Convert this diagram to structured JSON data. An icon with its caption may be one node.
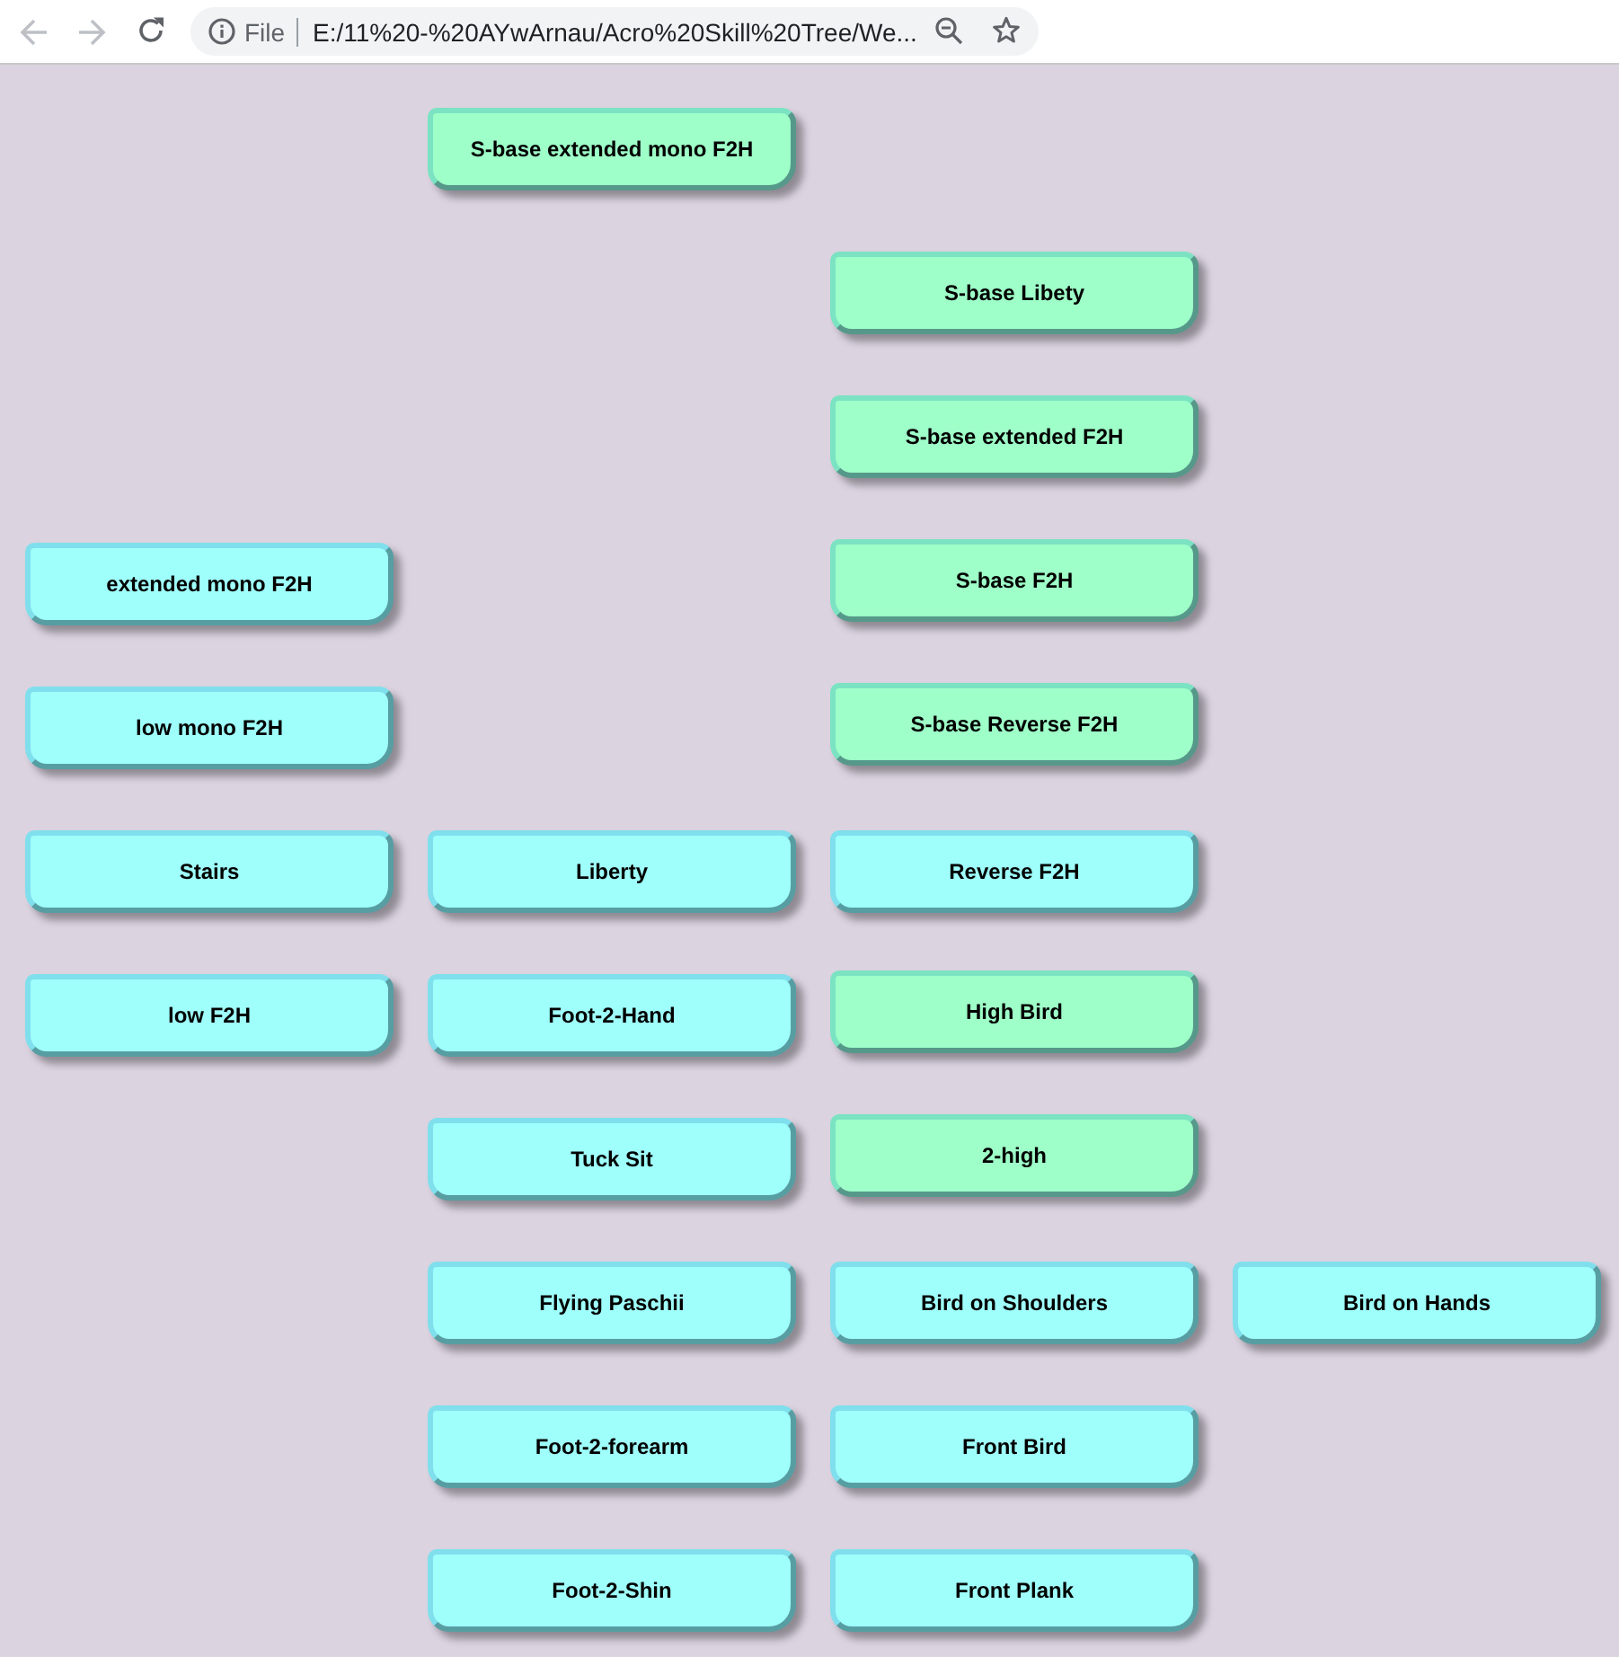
{
  "diagram": {
    "nodes": [
      {
        "text": [
          "S-base extended mono F2H"
        ]
      },
      {
        "text": [
          "S-base Libety"
        ]
      },
      {
        "text": [
          "S-base extended F2H"
        ]
      },
      {
        "text": [
          "extended mono F2H"
        ]
      },
      {
        "text": [
          "S-base F2H"
        ]
      },
      {
        "text": [
          "low mono F2H"
        ]
      },
      {
        "text": [
          "S-base Reverse F2H"
        ]
      },
      {
        "text": [
          "Stairs"
        ]
      },
      {
        "text": [
          "Liberty"
        ]
      },
      {
        "text": [
          "Reverse F2H"
        ]
      },
      {
        "text": [
          "low F2H"
        ]
      },
      {
        "text": [
          "Foot-2-Hand"
        ]
      },
      {
        "text": [
          "High Bird"
        ]
      },
      {
        "text": [
          "Tuck Sit"
        ]
      },
      {
        "text": [
          "2-high"
        ]
      },
      {
        "text": [
          "Flying Paschii"
        ]
      },
      {
        "text": [
          "Bird on Shoulders"
        ]
      },
      {
        "text": [
          "Bird on Hands"
        ]
      },
      {
        "text": [
          "Foot-2-forearm"
        ]
      },
      {
        "text": [
          "Front Bird"
        ]
      },
      {
        "text": [
          "Foot-2-Shin"
        ]
      },
      {
        "text": [
          "Front Plank"
        ]
      }
    ],
    "labels": [
      "File",
      "E:/11%20-%20AYwArnau/Acro%20Skill%20Tree/We..."
    ]
  }
}
